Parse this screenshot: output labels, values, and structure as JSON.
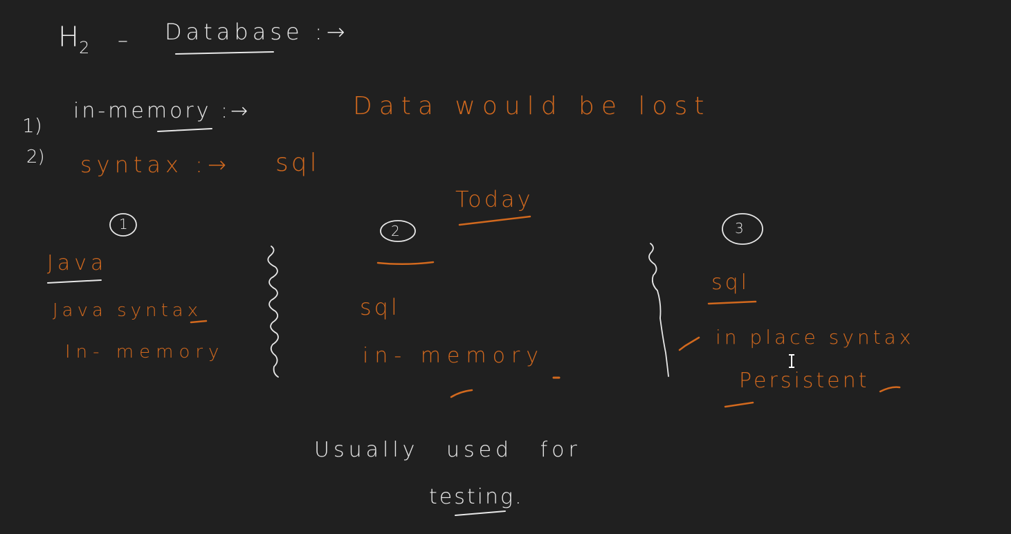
{
  "title": {
    "h2": "H",
    "sub": "2",
    "dash": "–",
    "db": "Database :→"
  },
  "points": [
    {
      "num": "1)",
      "label": "in-memory :→",
      "value": "Data would be lost"
    },
    {
      "num": "2)",
      "label": "syntax :→",
      "value": "sql"
    }
  ],
  "today": "Today",
  "columns": [
    {
      "num": "1",
      "heading": "Java",
      "line1": "Java syntax",
      "line2": "In- memory"
    },
    {
      "num": "2",
      "heading": "",
      "line1": "sql",
      "line2": "in- memory"
    },
    {
      "num": "3",
      "heading": "sql",
      "line1": "in place syntax",
      "line2": "Persistent"
    }
  ],
  "note": {
    "line1": "Usually used for",
    "line2": "testing."
  },
  "colors": {
    "background": "#202020",
    "chalk": "#e8e8e8",
    "marker": "#d2691e"
  },
  "icons": {
    "cursor": "text-cursor-icon"
  }
}
